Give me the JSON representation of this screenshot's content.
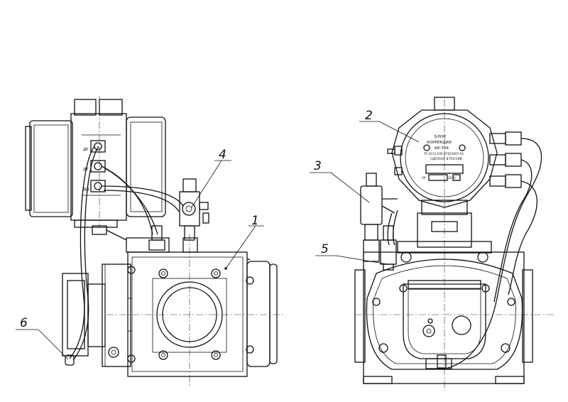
{
  "callouts": {
    "c1": "1",
    "c2": "2",
    "c3": "3",
    "c4": "4",
    "c5": "5",
    "c6": "6"
  },
  "left_view": {
    "connector_labels": [
      "ДР",
      "ДТ",
      "ДД"
    ]
  },
  "right_view": {
    "plate_line1": "БЛОК",
    "plate_line2": "КОРРЕКЦИИ",
    "plate_line3": "БК-Т64",
    "plate_line4": "ТУ 4213-035-07622607-01",
    "plate_line5": "СДЕЛАНО В РОССИИ",
    "display_mark": "VP",
    "display_value": "2010"
  }
}
